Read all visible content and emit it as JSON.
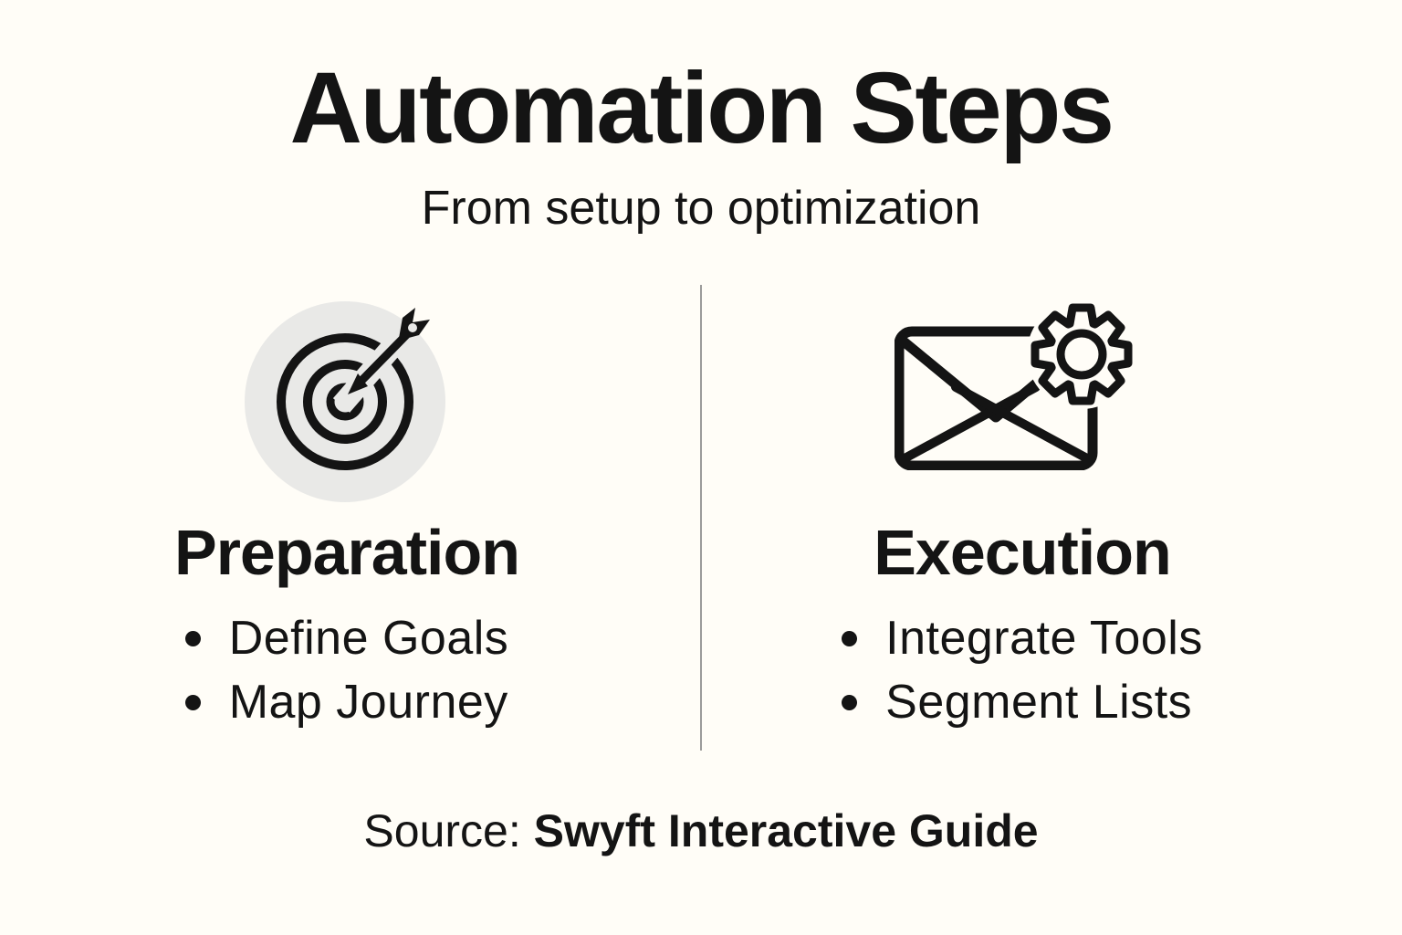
{
  "header": {
    "title": "Automation Steps",
    "subtitle": "From setup to optimization"
  },
  "columns": [
    {
      "icon": "target-arrow-icon",
      "heading": "Preparation",
      "items": [
        "Define Goals",
        "Map Journey"
      ]
    },
    {
      "icon": "email-gear-icon",
      "heading": "Execution",
      "items": [
        "Integrate Tools",
        "Segment Lists"
      ]
    }
  ],
  "footer": {
    "source_label": "Source:",
    "source_value": "Swyft Interactive Guide"
  },
  "colors": {
    "background": "#FFFDF7",
    "text": "#141414",
    "icon_bg_circle": "#E9E9E7",
    "divider": "#9B9B9B"
  }
}
